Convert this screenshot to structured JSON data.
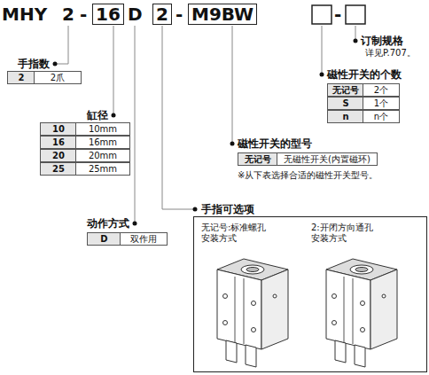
{
  "diagram": {
    "nodes": [
      {
        "text": [
          "16"
        ]
      },
      {
        "text": [
          "2"
        ]
      },
      {
        "text": [
          "M9BW"
        ]
      },
      {
        "text": [
          "手指可选项",
          "无记号:标准螺孔 安装方式",
          "2:开闭方向通孔 安装方式"
        ]
      }
    ],
    "labels": [
      "MHY",
      "2",
      "-",
      "D",
      "-",
      "-",
      "手指数",
      "2",
      "2爪",
      "缸径",
      "10",
      "10mm",
      "16",
      "16mm",
      "20",
      "20mm",
      "25",
      "25mm",
      "动作方式",
      "D",
      "双作用",
      "订制规格",
      "详见P.707。",
      "磁性开关的个数",
      "无记号",
      "2个",
      "S",
      "1个",
      "n",
      "n个",
      "磁性开关的型号",
      "无记号",
      "无磁性开关(内置磁环)",
      "※从下表选择合适的磁性开关型号。"
    ]
  }
}
